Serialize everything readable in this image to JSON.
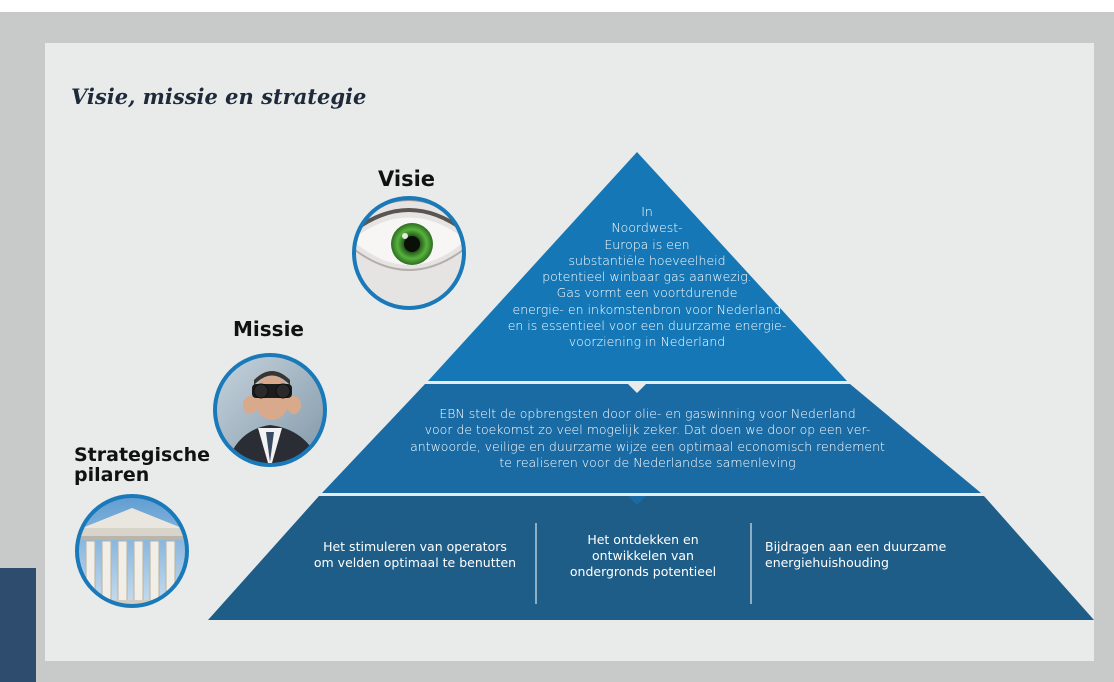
{
  "title": "Visie, missie en strategie",
  "labels": {
    "visie": "Visie",
    "missie": "Missie",
    "strategie_line1": "Strategische",
    "strategie_line2": "pilaren"
  },
  "pyramid": {
    "vision_lines": [
      "In",
      "Noordwest-",
      "Europa is een",
      "substantiële hoeveelheid",
      "potentieel winbaar gas aanwezig.",
      "Gas vormt een voortdurende",
      "energie- en inkomstenbron voor Nederland",
      "en is essentieel voor een duurzame energie-",
      "voorziening in Nederland"
    ],
    "mission_lines": [
      "EBN stelt de opbrengsten door olie- en gaswinning voor Nederland",
      "voor de toekomst zo veel mogelijk zeker. Dat doen we door op een ver-",
      "antwoorde, veilige en duurzame wijze een optimaal economisch rendement",
      "te realiseren voor de Nederlandse samenleving"
    ],
    "pillars": [
      {
        "lines": [
          "Het stimuleren van operators",
          "om velden optimaal te benutten"
        ]
      },
      {
        "lines": [
          "Het ontdekken en",
          "ontwikkelen van",
          "ondergronds potentieel"
        ]
      },
      {
        "lines": [
          "Bijdragen aan een duurzame",
          "energiehuishouding"
        ]
      }
    ]
  },
  "images": {
    "eye": "green eye close-up",
    "binoculars": "businessman with binoculars",
    "pillars": "classical building columns"
  },
  "colors": {
    "top_tier": "#1577b6",
    "middle_tier": "#1a6aa3",
    "bottom_tier": "#1e5d88",
    "circle_border": "#1a79b9",
    "background": "#e8ebea",
    "frame": "#c7cac9"
  }
}
